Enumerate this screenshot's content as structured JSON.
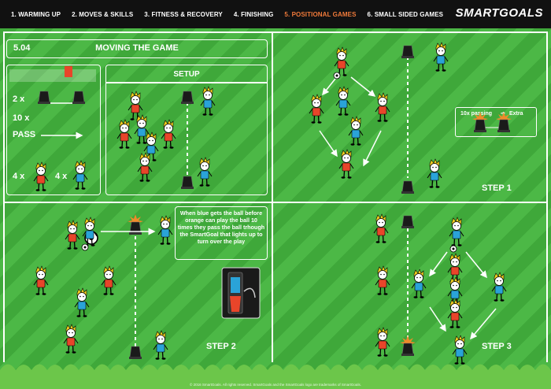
{
  "nav": {
    "items": [
      {
        "label": "1. WARMING UP"
      },
      {
        "label": "2. MOVES & SKILLS"
      },
      {
        "label": "3. FITNESS & RECOVERY"
      },
      {
        "label": "4. FINISHING"
      },
      {
        "label": "5. POSITIONAL GAMES"
      },
      {
        "label": "6. SMALL SIDED GAMES"
      }
    ],
    "active_index": 4,
    "brand": "SMARTGOALS"
  },
  "exercise": {
    "number": "5.04",
    "title": "MOVING THE GAME"
  },
  "equipment": {
    "progress_marker": "4",
    "goals_count": "2 x",
    "balls_count": "10 x",
    "pass_label": "PASS",
    "orange_players_count": "4 x",
    "blue_players_count": "4 x"
  },
  "setup": {
    "title": "SETUP"
  },
  "step1": {
    "label": "STEP 1",
    "legend_passing": "10x passing",
    "legend_extra": "Extra"
  },
  "step2": {
    "label": "STEP 2",
    "info": "When blue gets the ball before orange can play the ball 10 times they pass the ball trhough the SmartGoal that lights up to turn over the play"
  },
  "step3": {
    "label": "STEP 3"
  },
  "footer": "© 2016 SmartGoals. All rights reserved. SmartGoals and the SmartGoals logo are trademarks of SmartGoals.",
  "colors": {
    "field_light": "#4cb846",
    "field_dark": "#3fa83a",
    "orange_team": "#e8452a",
    "blue_team": "#2aa3d8",
    "active_nav": "#f07a3a",
    "hair": "#f5d020"
  }
}
